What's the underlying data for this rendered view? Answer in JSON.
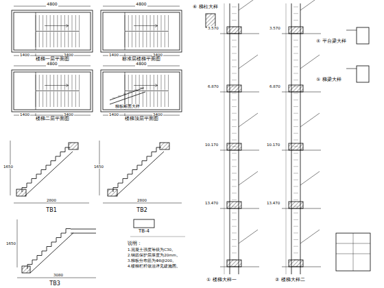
{
  "diagram": {
    "labels": [
      "4800",
      "4800",
      "4800",
      "4800",
      "1400",
      "3400",
      "1400",
      "3400",
      "1400",
      "3400",
      "1400",
      "3400",
      "楼梯一层平面图",
      "标准层楼梯平面图",
      "楼梯二层平面图",
      "楼梯顶层平面图",
      "梯板断面大样",
      "TB1",
      "TB2",
      "TB3",
      "2800",
      "2800",
      "3080",
      "1650",
      "1650",
      "1650",
      "TB-4",
      "说明：",
      "1.混凝土强度等级为C30。",
      "2.钢筋保护层厚度为20mm。",
      "3.梯板分布筋为Φ8@200。",
      "4.楼梯栏杆做法详见建施图。",
      "⑥ 梯柱大样",
      "④ 平台梁大样",
      "⑤ 梯梁大样",
      "3.570",
      "6.870",
      "10.170",
      "13.470",
      "3.570",
      "6.870",
      "10.170",
      "13.470",
      "① 楼梯大样一",
      "② 楼梯大样二"
    ]
  }
}
